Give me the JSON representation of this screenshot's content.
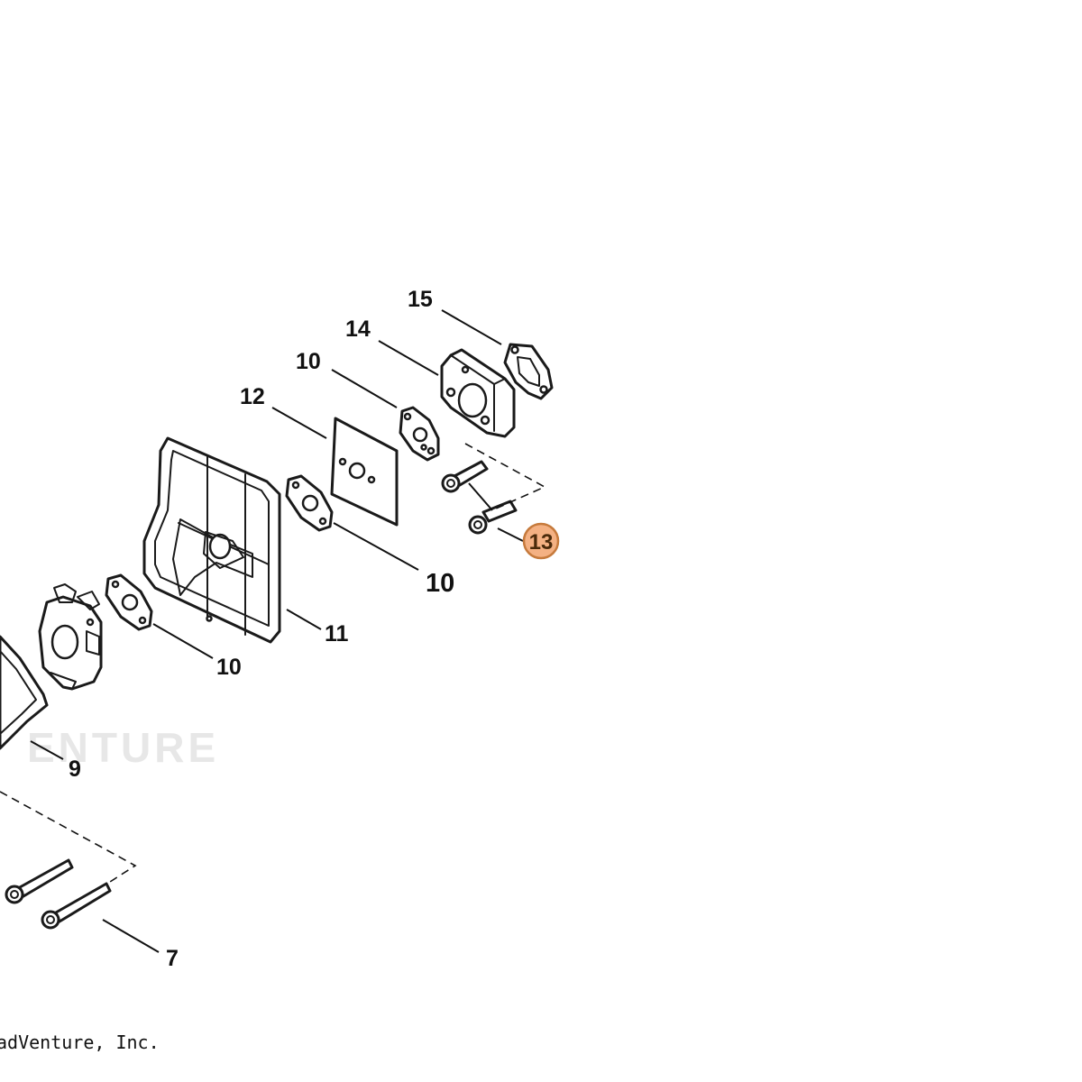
{
  "diagram": {
    "watermark": "ENTURE",
    "copyright": "adVenture, Inc.",
    "labels": {
      "p15": "15",
      "p14": "14",
      "p10_top": "10",
      "p12": "12",
      "p10_mid": "10",
      "p11": "11",
      "p10_low": "10",
      "p9": "9",
      "p7": "7"
    },
    "highlight": {
      "label": "13",
      "color": "#f4b183"
    }
  }
}
